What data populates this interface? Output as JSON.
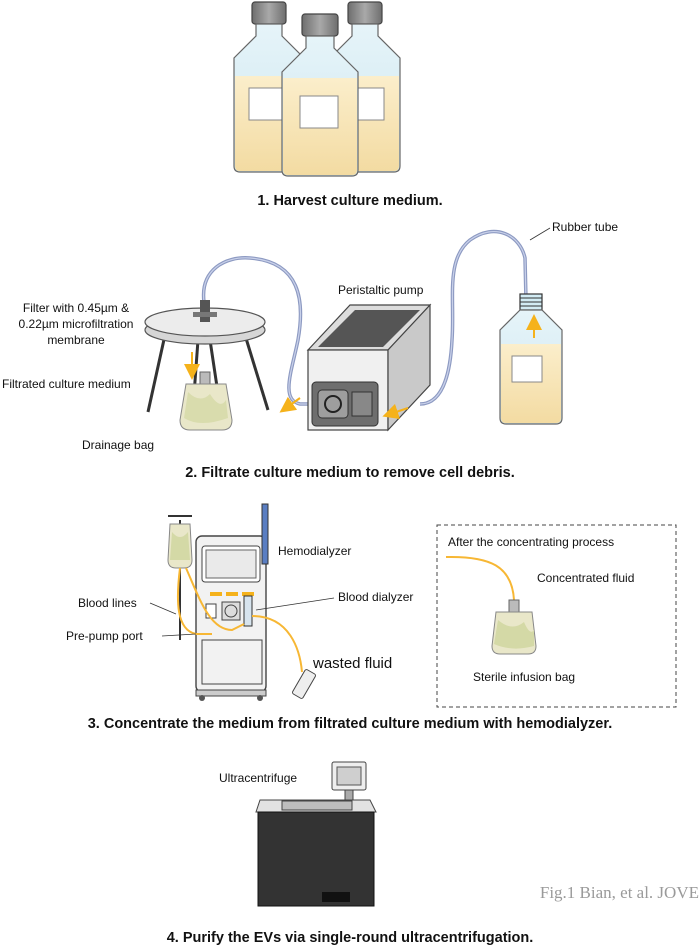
{
  "step1": {
    "caption": "1. Harvest culture medium."
  },
  "step2": {
    "caption": "2. Filtrate culture medium to remove cell debris.",
    "filter_label_line1": "Filter with 0.45µm &",
    "filter_label_line2": "0.22µm microfiltration",
    "filter_label_line3": "membrane",
    "filtrated_label": "Filtrated culture medium",
    "drainage_label": "Drainage bag",
    "pump_label": "Peristaltic pump",
    "tube_label": "Rubber tube"
  },
  "step3": {
    "caption": "3. Concentrate the medium from filtrated culture medium with hemodialyzer.",
    "hemodialyzer_label": "Hemodialyzer",
    "blood_lines_label": "Blood lines",
    "blood_dialyzer_label": "Blood dialyzer",
    "pre_pump_label": "Pre-pump port",
    "wasted_label": "wasted fluid",
    "after_label": "After the concentrating process",
    "concentrated_label": "Concentrated fluid",
    "sterile_bag_label": "Sterile infusion bag"
  },
  "step4": {
    "caption": "4. Purify the EVs via single-round ultracentrifugation.",
    "ultra_label": "Ultracentrifuge"
  },
  "citation": "Fig.1 Bian, et al. JOVE",
  "colors": {
    "medium": "#f8e6b8",
    "bottle_glass": "#d9eef5",
    "cap": "#8a8a8a",
    "arrow": "#f5b21b",
    "tube": "#9aa6c8",
    "fluid_line": "#f7b734"
  }
}
